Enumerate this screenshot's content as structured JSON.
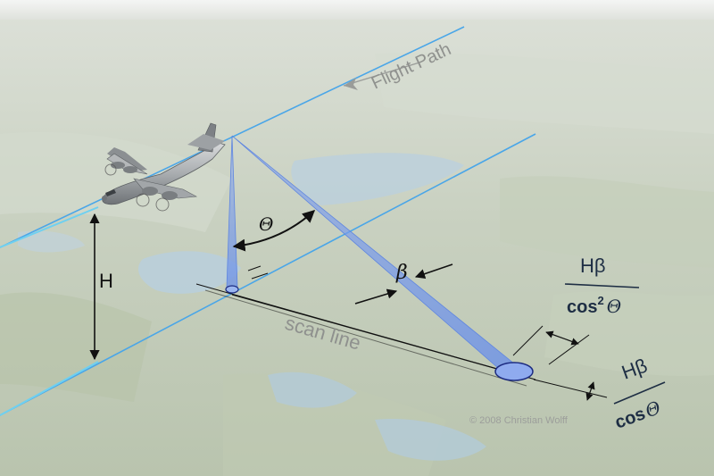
{
  "labels": {
    "flight_path": "Flight Path",
    "scan_line": "scan line",
    "height": "H",
    "scan_angle": "Θ",
    "beam_width": "β",
    "along_track_num": "Hβ",
    "along_track_den_base": "cos",
    "along_track_den_exp": "2",
    "along_track_den_var": "Θ",
    "across_track_num": "Hβ",
    "across_track_den_base": "cos",
    "across_track_den_var": "Θ",
    "copyright": "© 2008 Christian Wolff"
  },
  "colors": {
    "flight_line": "#4aa6e8",
    "beam": "#6f93e6",
    "annotation": "#111111",
    "gray_text": "#8f918e",
    "dark_text": "#1e2e44"
  }
}
